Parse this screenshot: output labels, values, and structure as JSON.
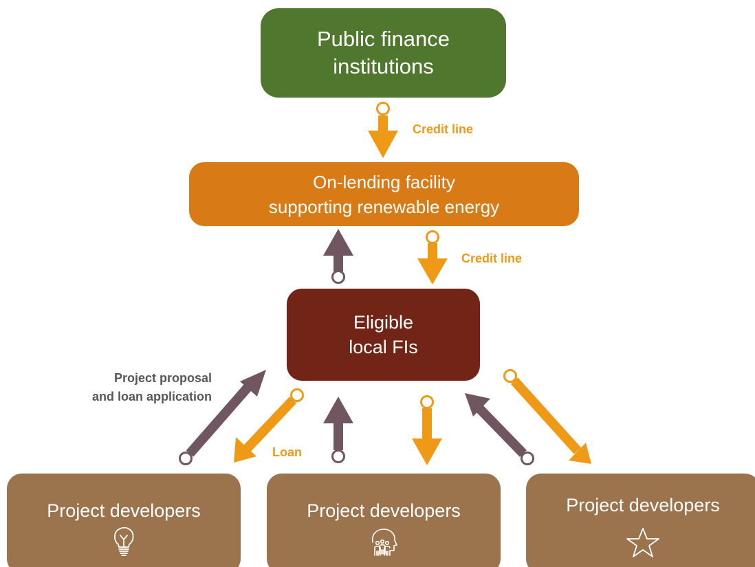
{
  "nodes": {
    "public_finance": {
      "line1": "Public finance",
      "line2": "institutions",
      "color": "#4f772d"
    },
    "onlending": {
      "line1": "On-lending facility",
      "line2": "supporting renewable energy",
      "color": "#d87a16"
    },
    "local_fis": {
      "line1": "Eligible",
      "line2": "local FIs",
      "color": "#722516"
    },
    "developers": [
      {
        "label": "Project developers",
        "icon": "lightbulb-icon"
      },
      {
        "label": "Project developers",
        "icon": "people-head-icon"
      },
      {
        "label": "Project developers",
        "icon": "star-icon"
      }
    ],
    "developer_color": "#9b734c"
  },
  "labels": {
    "credit_line_top": "Credit line",
    "credit_line_mid": "Credit line",
    "loan": "Loan",
    "proposal_line1": "Project proposal",
    "proposal_line2": "and loan application"
  },
  "colors": {
    "orange_arrow": "#ef9a16",
    "grey_arrow": "#6f5660",
    "grey_text": "#58585a"
  }
}
